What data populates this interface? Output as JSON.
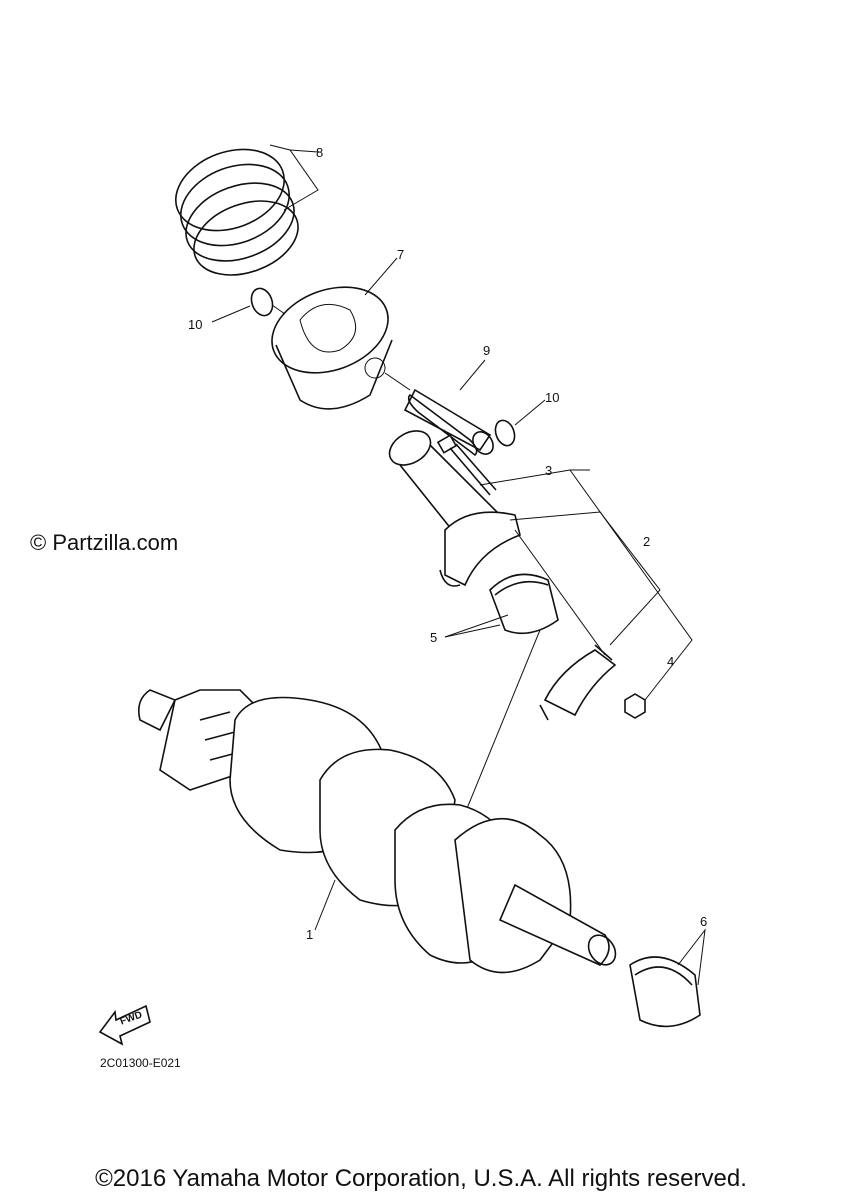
{
  "watermark": "© Partzilla.com",
  "diagram_code": "2C01300-E021",
  "fwd_label": "FWD",
  "copyright": "©2016 Yamaha Motor Corporation, U.S.A. All rights reserved.",
  "callouts": {
    "c1": "1",
    "c2": "2",
    "c3": "3",
    "c4": "4",
    "c5": "5",
    "c6": "6",
    "c7": "7",
    "c8": "8",
    "c9": "9",
    "c10a": "10",
    "c10b": "10"
  }
}
